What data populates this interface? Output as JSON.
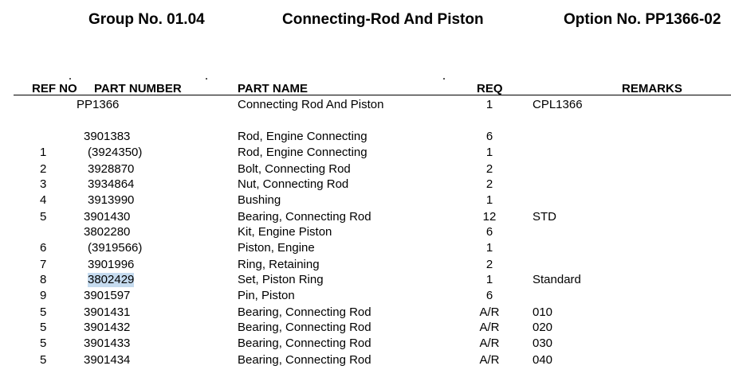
{
  "header": {
    "group": "Group No. 01.04",
    "title": "Connecting-Rod And Piston",
    "option": "Option No. PP1366-02"
  },
  "columns": {
    "ref": "REF NO",
    "part_number": "PART NUMBER",
    "part_name": "PART NAME",
    "req": "REQ",
    "remarks": "REMARKS"
  },
  "rows": [
    {
      "ref": "",
      "part_number": "PP1366",
      "part_name": "Connecting Rod And Piston",
      "req": "1",
      "remarks": "CPL1366",
      "indent": -1
    },
    {
      "ref": "",
      "part_number": "3901383",
      "part_name": "Rod, Engine Connecting",
      "req": "6",
      "remarks": "",
      "indent": 0
    },
    {
      "ref": "1",
      "part_number": "(3924350)",
      "part_name": "Rod, Engine Connecting",
      "req": "1",
      "remarks": "",
      "indent": 1
    },
    {
      "ref": "2",
      "part_number": "3928870",
      "part_name": "Bolt, Connecting Rod",
      "req": "2",
      "remarks": "",
      "indent": 1
    },
    {
      "ref": "3",
      "part_number": "3934864",
      "part_name": "Nut, Connecting Rod",
      "req": "2",
      "remarks": "",
      "indent": 1
    },
    {
      "ref": "4",
      "part_number": "3913990",
      "part_name": "Bushing",
      "req": "1",
      "remarks": "",
      "indent": 1
    },
    {
      "ref": "5",
      "part_number": "3901430",
      "part_name": "Bearing, Connecting Rod",
      "req": "12",
      "remarks": "STD",
      "indent": 0
    },
    {
      "ref": "",
      "part_number": "3802280",
      "part_name": "Kit, Engine Piston",
      "req": "6",
      "remarks": "",
      "indent": 0
    },
    {
      "ref": "6",
      "part_number": "(3919566)",
      "part_name": "Piston, Engine",
      "req": "1",
      "remarks": "",
      "indent": 1
    },
    {
      "ref": "7",
      "part_number": "3901996",
      "part_name": "Ring, Retaining",
      "req": "2",
      "remarks": "",
      "indent": 1
    },
    {
      "ref": "8",
      "part_number": "3802429",
      "part_name": "Set, Piston Ring",
      "req": "1",
      "remarks": "Standard",
      "indent": 1,
      "selected": true
    },
    {
      "ref": "9",
      "part_number": "3901597",
      "part_name": "Pin, Piston",
      "req": "6",
      "remarks": "",
      "indent": 0
    },
    {
      "ref": "5",
      "part_number": "3901431",
      "part_name": "Bearing, Connecting Rod",
      "req": "A/R",
      "remarks": "010",
      "indent": 0
    },
    {
      "ref": "5",
      "part_number": "3901432",
      "part_name": "Bearing, Connecting Rod",
      "req": "A/R",
      "remarks": "020",
      "indent": 0
    },
    {
      "ref": "5",
      "part_number": "3901433",
      "part_name": "Bearing, Connecting Rod",
      "req": "A/R",
      "remarks": "030",
      "indent": 0
    },
    {
      "ref": "5",
      "part_number": "3901434",
      "part_name": "Bearing, Connecting Rod",
      "req": "A/R",
      "remarks": "040",
      "indent": 0
    }
  ],
  "colors": {
    "selection": "#c5dbef"
  }
}
